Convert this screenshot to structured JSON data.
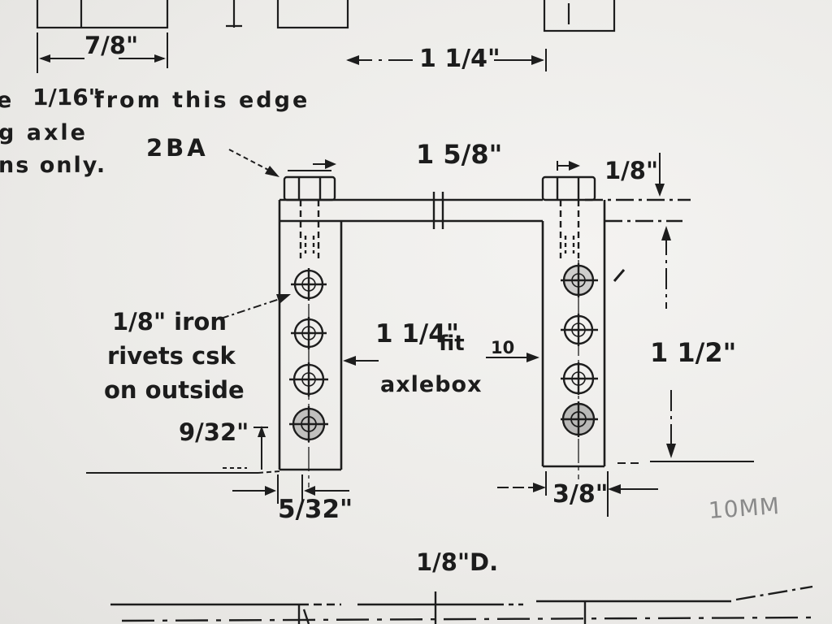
{
  "notes": {
    "line1_start": "e",
    "line1_frac": "1/16\"",
    "line1_rest": "from this edge",
    "line2": "g axle",
    "line3": "ns only."
  },
  "dimensions": {
    "top_left_width": "7/8\"",
    "top_span": "1 1/4\"",
    "top_bar_length": "1 5/8\"",
    "bar_thickness": "1/8\"",
    "height": "1 1/2\"",
    "fit_width": "1 1/4\"",
    "fit_label": "fit",
    "fit_number": "10",
    "rivet_offset": "9/32\"",
    "left_plate_width": "5/32\"",
    "right_plate_width": "3/8\"",
    "bottom_diameter": "1/8\"D."
  },
  "labels": {
    "bolt": "2BA",
    "rivet_line1": "1/8\" iron",
    "rivet_line2": "rivets csk",
    "rivet_line3": "on outside",
    "axlebox": "axlebox"
  },
  "handwritten": {
    "note": "10MM"
  }
}
